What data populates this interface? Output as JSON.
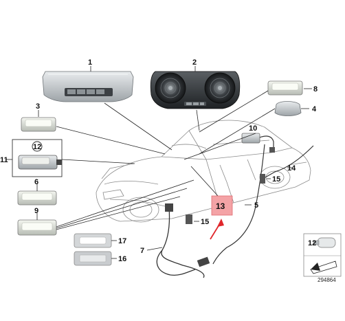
{
  "callouts": {
    "c1": "1",
    "c2": "2",
    "c3": "3",
    "c4": "4",
    "c5": "5",
    "c6": "6",
    "c7": "7",
    "c8": "8",
    "c9": "9",
    "c10": "10",
    "c11": "11",
    "c12": "12",
    "c13": "13",
    "c14": "14",
    "c15a": "15",
    "c15b": "15",
    "c16": "16",
    "c17": "17"
  },
  "inset_label": "12",
  "diagram_id": "294864",
  "colors": {
    "highlight_fill": "#f4a3a6",
    "highlight_border": "#e06b70",
    "arrow": "#e0262b",
    "line": "#222222"
  }
}
